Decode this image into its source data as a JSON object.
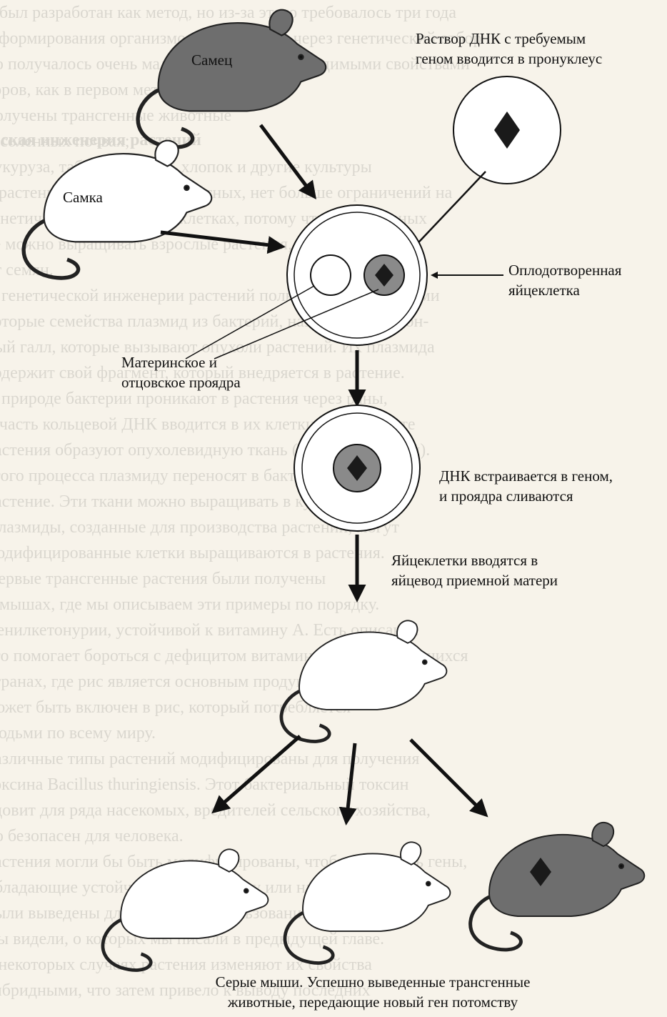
{
  "figure": {
    "labels": {
      "male": "Самец",
      "female": "Самка",
      "dna_solution": [
        "Раствор ДНК с требуемым",
        "геном вводится в пронуклеус"
      ],
      "fertilized_egg": [
        "Оплодотворенная",
        "яйцеклетка"
      ],
      "pronuclei": [
        "Материнское и",
        "отцовское проядра"
      ],
      "dna_integration": [
        "ДНК встраивается в геном,",
        "и проядра сливаются"
      ],
      "oviduct_transfer": [
        "Яйцеклетки вводятся в",
        "яйцевод приемной матери"
      ],
      "caption": [
        "Серые мыши. Успешно выведенные трансгенные",
        "животные, передающие новый ген потомству"
      ]
    },
    "colors": {
      "grey_mouse": "#6e6e6e",
      "white_mouse": "#ffffff",
      "pronucleus": "#8a8a8a",
      "gene_marker": "#1a1a1a"
    }
  },
  "background_text": {
    "heading": "еская инженерия растений",
    "lines": [
      "й был разработан как метод, но из-за этого требовалось три года",
      "о формирования организмов, прошедших через генетический отбор",
      "но получалось очень мало животных с необходимыми свойствами",
      "торов, как в первом методе.",
      "получены трансгенные животные",
      "засоленных почвах;",
      "кукуруза, табак, пшеница, хлопок и другие культуры",
      "",
      "х растения, в отличие от животных, нет больше ограничений на",
      "генетическими в половых клетках, потому что из отдельных",
      "ее можно выращивать взрослые растения, которые будут",
      "от семян.",
      "В генетической инженерии растений пользуются почвенными",
      "которые семейства плазмид из бактерий, называемых корон-",
      "ный галл, которые вызывают опухоли растений. Их плазмида",
      "содержит свой фрагмент, который внедряется в растение.",
      "В природе бактерии проникают в растения через раны,",
      "и часть кольцевой ДНК вводится в их клетки. В результате",
      "растения образуют опухолевидную ткань (корончатый галл).",
      "этого процесса плазмиду переносят в бактерию, а потом",
      "растение. Эти ткани можно выращивать в культуре.",
      "Плазмиды, созданные для производства растений, могут",
      "модифицированные клетки выращиваются в растения.",
      "Первые трансгенные растения были получены",
      "и мышах, где мы описываем эти примеры по порядку.",
      "фенилкетонурии, устойчивой к витамину А. Есть описание",
      "это помогает бороться с дефицитом витамина А в развивающихся",
      "странах, где рис является основным продуктом питания.",
      "может быть включен в рис, который потребляется",
      "людьми по всему миру.",
      "различные типы растений модифицированы для получения",
      "токсина Bacillus thuringiensis. Этот бактериальный токсин",
      "ядовит для ряда насекомых, вредителей сельского хозяйства,",
      "но безопасен для человека.",
      "растения могли бы быть модифицированы, чтобы включить гены,",
      "обладающие устойчивостью к вирусу или насекомым",
      "были выведены для удобства использования,",
      "Вы видели, о которых мы писали в предыдущей главе.",
      "в некоторых случаях растения изменяют их свойства",
      "гибридными, что затем привело к выводу последних"
    ]
  }
}
